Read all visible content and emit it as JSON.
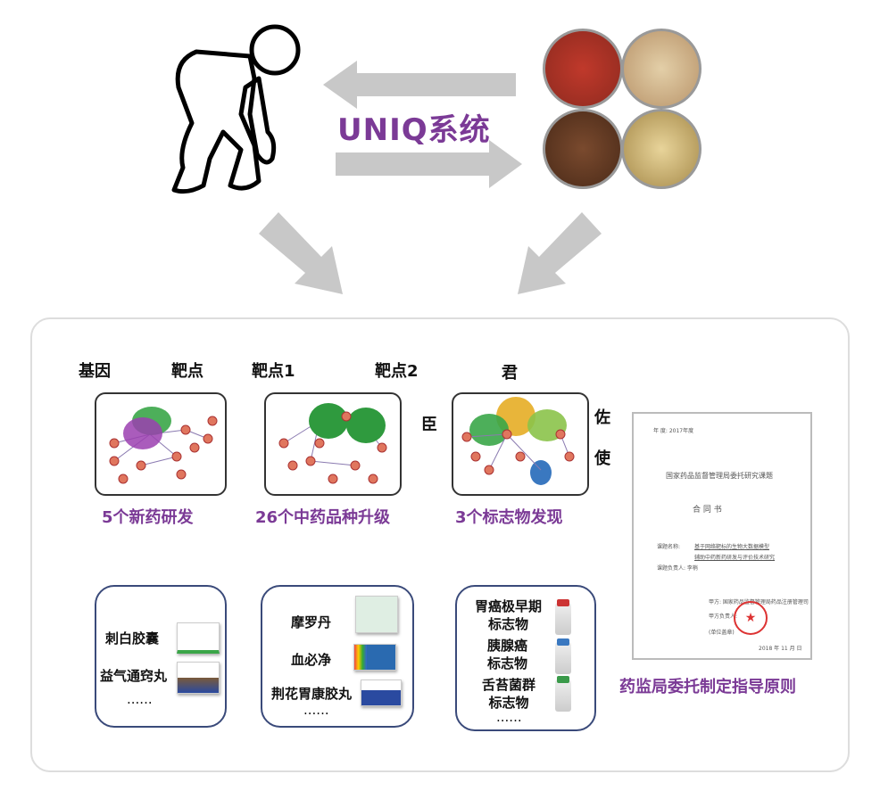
{
  "title": {
    "system": "UNIQ系统"
  },
  "network": {
    "panels": [
      {
        "labels": [
          "基因",
          "靶点"
        ],
        "caption": "5个新药研发"
      },
      {
        "labels": [
          "靶点1",
          "靶点2"
        ],
        "caption": "26个中药品种升级"
      },
      {
        "labels": [
          "君",
          "臣",
          "佐",
          "使"
        ],
        "caption": "3个标志物发现"
      }
    ]
  },
  "cards": {
    "drugs": {
      "items": [
        "刺白胶囊",
        "益气通窍丸"
      ],
      "more": "......"
    },
    "tcm": {
      "items": [
        "摩罗丹",
        "血必净",
        "荆花胃康胶丸"
      ],
      "more": "......"
    },
    "markers": {
      "items": [
        "胃癌极早期\n标志物",
        "胰腺癌\n标志物",
        "舌苔菌群\n标志物"
      ],
      "more": "......"
    }
  },
  "document": {
    "year": "年  度: 2017年度",
    "heading": "国家药品监督管理局委托研究课题",
    "title": "合  同  书",
    "project_label": "课题名称:",
    "project_line1": "基于网络靶标的生物大数据模型",
    "project_line2": "辅助中药新药研发与评价技术研究",
    "leader": "课题负责人: 李梢",
    "party": "甲方: 国家药品监督管理局药品注册管理司",
    "party_leader": "甲方负责人:",
    "seal": "(单位盖章)",
    "date": "2018 年 11 月   日",
    "caption": "药监局委托制定指导原则"
  },
  "colors": {
    "accent": "#7b3a96",
    "arrow": "#c8c8c8",
    "node": "#e0765e"
  }
}
